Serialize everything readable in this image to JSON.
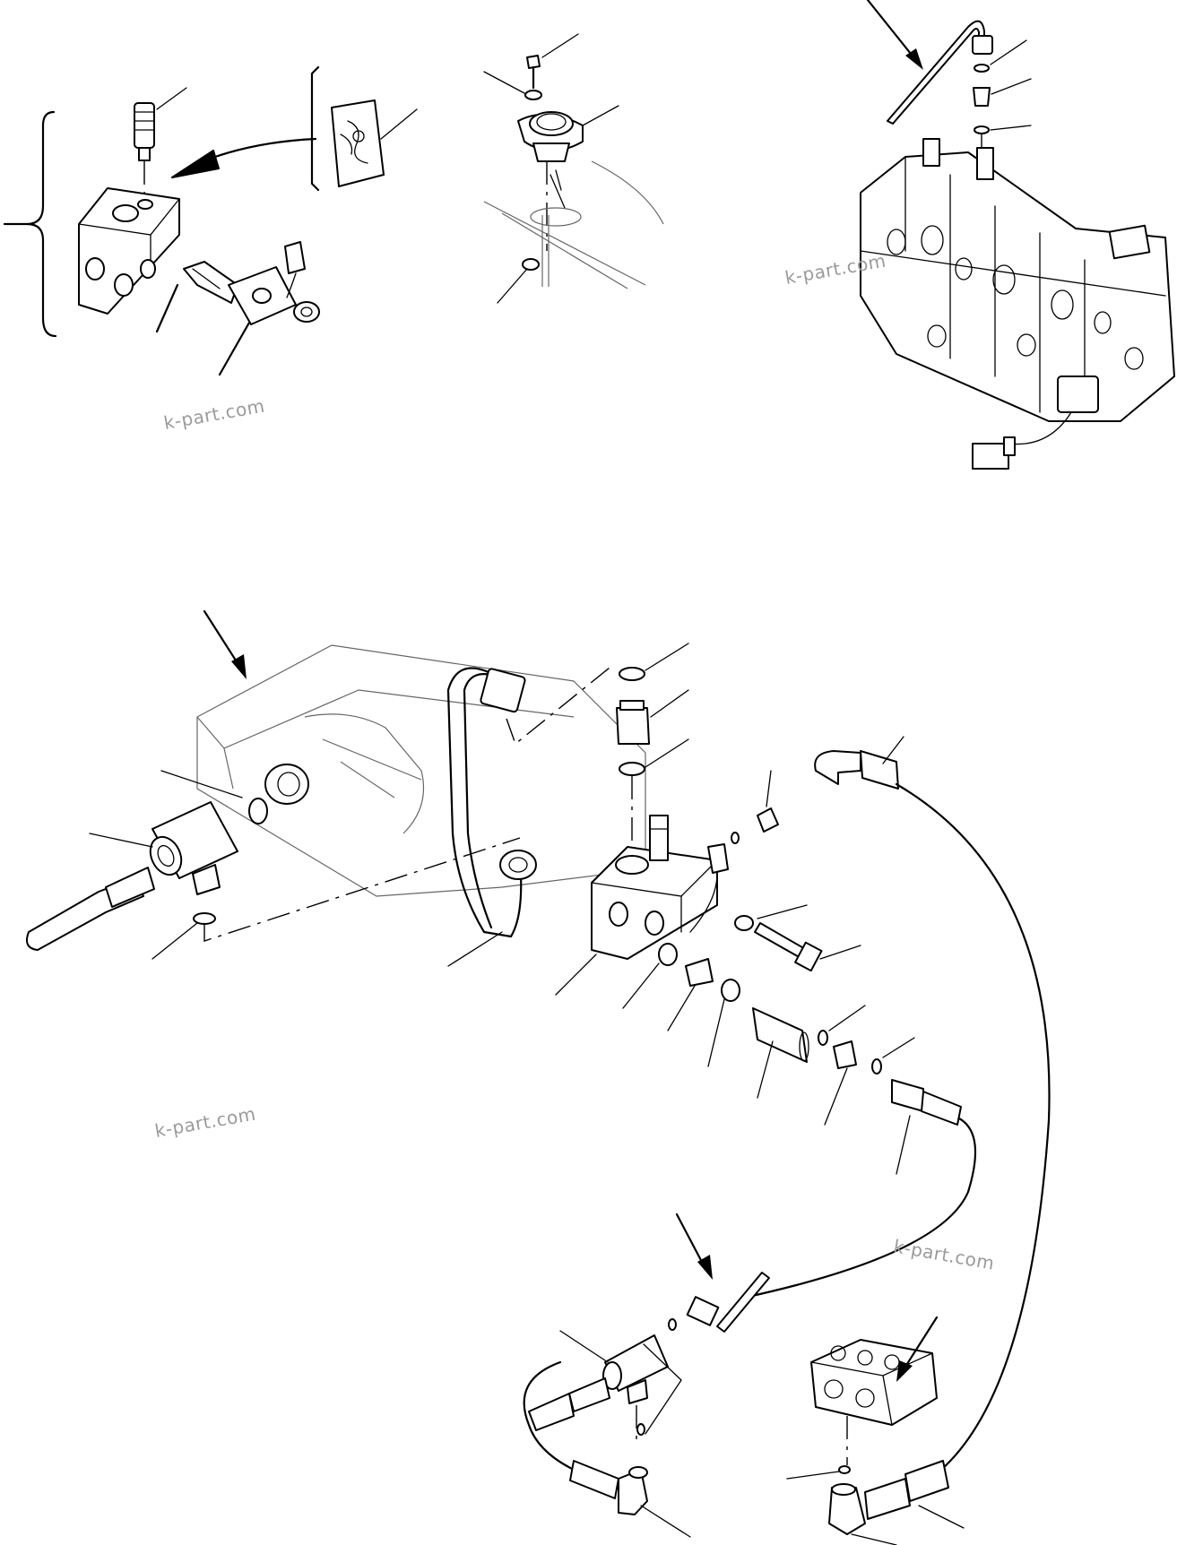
{
  "watermarks": [
    "k-part.com",
    "k-part.com",
    "k-part.com",
    "k-part.com"
  ],
  "colors": {
    "ink": "#000000",
    "watermark": "#9a9a9a",
    "background": "#ffffff"
  },
  "icons": [
    "callout-leader",
    "direction-arrow",
    "brace"
  ]
}
